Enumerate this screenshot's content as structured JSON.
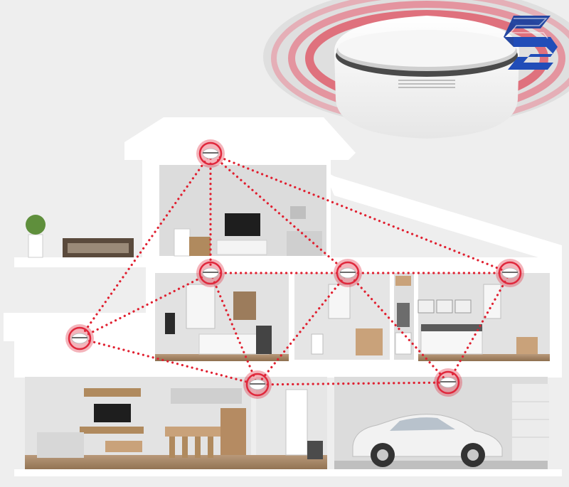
{
  "logo": {
    "icon": "stacked-s-logo-icon",
    "color": "#1a3f9e"
  },
  "colors": {
    "alarm_red": "#e0283c",
    "link_dots": "#e02030",
    "wall": "#ffffff",
    "floor": "#a58866",
    "background": "#eeeeee"
  },
  "detectors": [
    {
      "id": "attic"
    },
    {
      "id": "bedroom-left"
    },
    {
      "id": "bathroom"
    },
    {
      "id": "bedroom-right"
    },
    {
      "id": "stair-landing"
    },
    {
      "id": "living-room"
    },
    {
      "id": "garage"
    }
  ],
  "links": [
    [
      "attic",
      "bedroom-left"
    ],
    [
      "attic",
      "stair-landing"
    ],
    [
      "attic",
      "bathroom"
    ],
    [
      "attic",
      "bedroom-right"
    ],
    [
      "bedroom-left",
      "bathroom"
    ],
    [
      "bedroom-left",
      "stair-landing"
    ],
    [
      "bedroom-left",
      "living-room"
    ],
    [
      "bathroom",
      "bedroom-right"
    ],
    [
      "bathroom",
      "living-room"
    ],
    [
      "bathroom",
      "garage"
    ],
    [
      "bedroom-right",
      "garage"
    ],
    [
      "stair-landing",
      "living-room"
    ],
    [
      "living-room",
      "garage"
    ]
  ]
}
